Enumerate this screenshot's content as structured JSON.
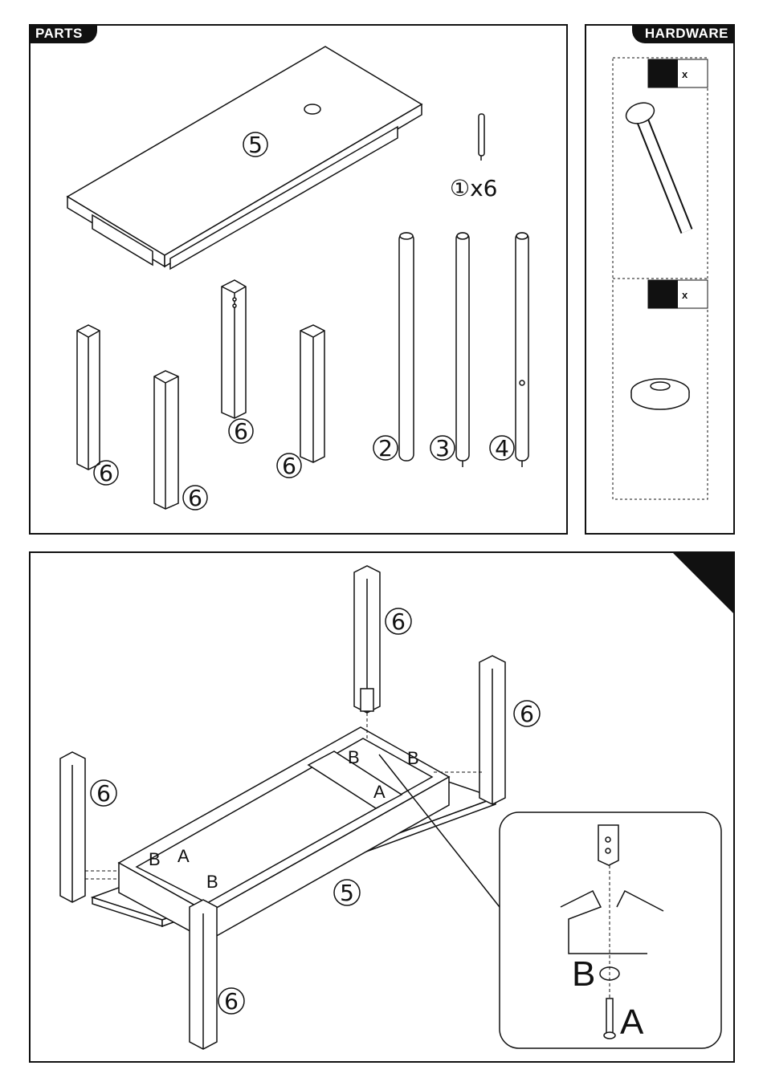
{
  "parts": {
    "tab_label": "PARTS",
    "tabletop_number": "5",
    "dowel_label": "①x6",
    "leg_numbers": [
      "6",
      "6",
      "6",
      "6"
    ],
    "rod_numbers": [
      "2",
      "3",
      "4"
    ]
  },
  "hardware": {
    "tab_label": "HARDWARE",
    "bolt_qty_marker": "x",
    "washer_qty_marker": "x"
  },
  "step": {
    "leg_numbers": [
      "6",
      "6",
      "6",
      "6"
    ],
    "tabletop_number": "5",
    "bolt_letter": "A",
    "washer_letter": "B",
    "detail_bolt_letter": "A",
    "detail_washer_letter": "B"
  }
}
